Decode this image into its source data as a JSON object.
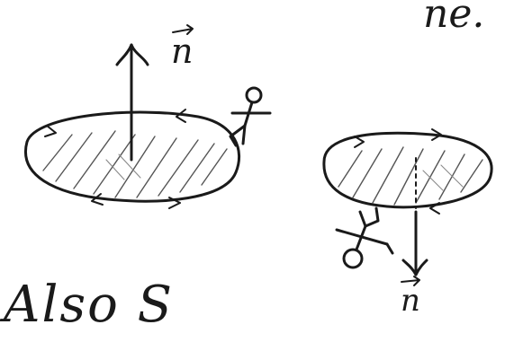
{
  "sketch": {
    "normal_label_top": "n",
    "normal_label_bottom": "n",
    "note_text": "Also S",
    "top_right_fragment": "ne."
  },
  "colors": {
    "ink": "#1a1a1a",
    "hatch": "#555555",
    "background": "#ffffff"
  },
  "icons": [
    "normal-vector-arrow-icon",
    "stick-figure-icon",
    "circulation-arrow-icon"
  ]
}
